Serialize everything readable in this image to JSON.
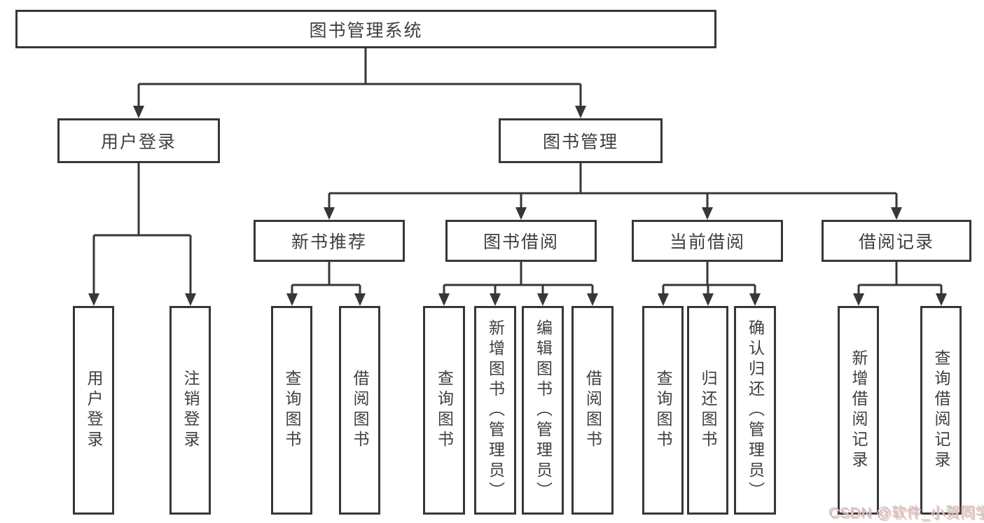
{
  "diagram": {
    "tree": {
      "label": "图书管理系统",
      "children": [
        {
          "label": "用户登录",
          "children": [
            {
              "label": "用户登录"
            },
            {
              "label": "注销登录"
            }
          ]
        },
        {
          "label": "图书管理",
          "children": [
            {
              "label": "新书推荐",
              "children": [
                {
                  "label": "查询图书"
                },
                {
                  "label": "借阅图书"
                }
              ]
            },
            {
              "label": "图书借阅",
              "children": [
                {
                  "label": "查询图书"
                },
                {
                  "label": "新增图书（管理员）"
                },
                {
                  "label": "编辑图书（管理员）"
                },
                {
                  "label": "借阅图书"
                }
              ]
            },
            {
              "label": "当前借阅",
              "children": [
                {
                  "label": "查询图书"
                },
                {
                  "label": "归还图书"
                },
                {
                  "label": "确认归还（管理员）"
                }
              ]
            },
            {
              "label": "借阅记录",
              "children": [
                {
                  "label": "新增借阅记录"
                },
                {
                  "label": "查询借阅记录"
                }
              ]
            }
          ]
        }
      ]
    },
    "watermark": "CSDN @软件_小贺同学",
    "colors": {
      "line": "#373737",
      "text": "#3f3f3f",
      "watermark_text": "#c6c6c6",
      "watermark_shadow": "#eeb3ad"
    }
  }
}
